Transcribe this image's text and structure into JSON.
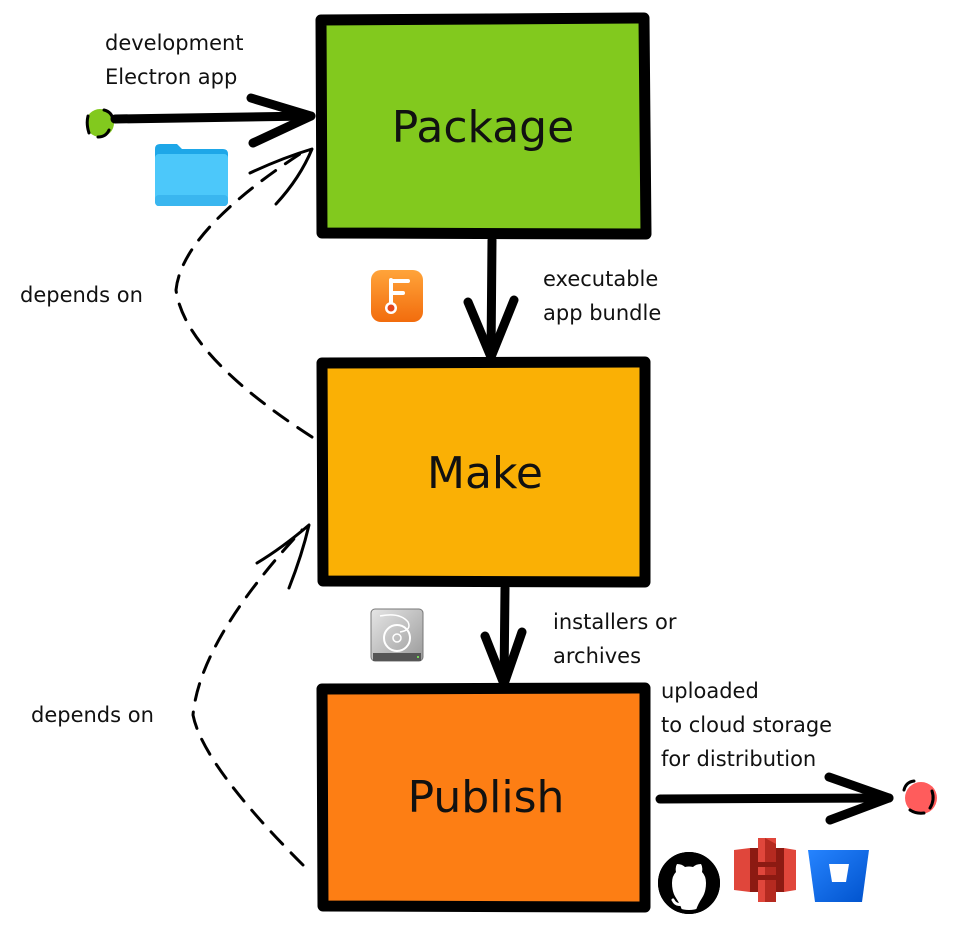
{
  "diagram": {
    "stages": [
      {
        "id": "package",
        "label": "Package",
        "color": "#82c91e"
      },
      {
        "id": "make",
        "label": "Make",
        "color": "#fab005"
      },
      {
        "id": "publish",
        "label": "Publish",
        "color": "#fd7e14"
      }
    ],
    "edges": {
      "input": {
        "lines": [
          "development",
          "Electron app"
        ],
        "start_color": "#82c91e"
      },
      "package_to_make": {
        "lines": [
          "executable",
          "app bundle"
        ]
      },
      "make_to_publish": {
        "lines": [
          "installers or",
          "archives"
        ]
      },
      "output": {
        "lines": [
          "uploaded",
          "to cloud storage",
          "for distribution"
        ],
        "end_color": "#ff5c5c"
      },
      "make_depends": {
        "label": "depends on"
      },
      "publish_depends": {
        "label": "depends on"
      }
    },
    "icons": {
      "folder": "folder-icon",
      "forge": "electron-forge-icon",
      "disk": "hard-disk-icon",
      "github": "github-icon",
      "s3": "aws-s3-icon",
      "bitbucket": "bitbucket-icon"
    },
    "colors": {
      "stroke": "#000000",
      "folder": "#4cc8fa",
      "forge": "#f78a1d",
      "s3": "#e0463b",
      "bitbucket": "#1a7cf0"
    }
  }
}
